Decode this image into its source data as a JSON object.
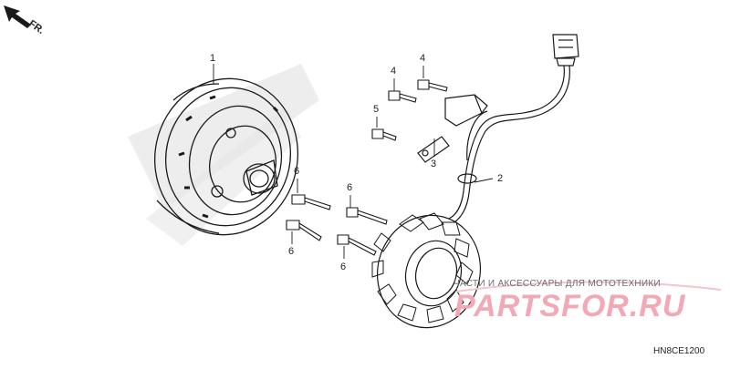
{
  "orientation": {
    "label": "FR."
  },
  "parts": [
    {
      "ref": "1"
    },
    {
      "ref": "2"
    },
    {
      "ref": "3"
    },
    {
      "ref": "4"
    },
    {
      "ref": "4"
    },
    {
      "ref": "5"
    },
    {
      "ref": "6"
    },
    {
      "ref": "6"
    },
    {
      "ref": "6"
    },
    {
      "ref": "6"
    }
  ],
  "watermark": {
    "caption": "ЧАСТИ И АКСЕССУАРЫ ДЛЯ МОТОТЕХНИКИ",
    "logo_text": "PARTSFOR.RU",
    "logo_color": "#f2a9b5"
  },
  "diagram_code": "HN8CE1200"
}
